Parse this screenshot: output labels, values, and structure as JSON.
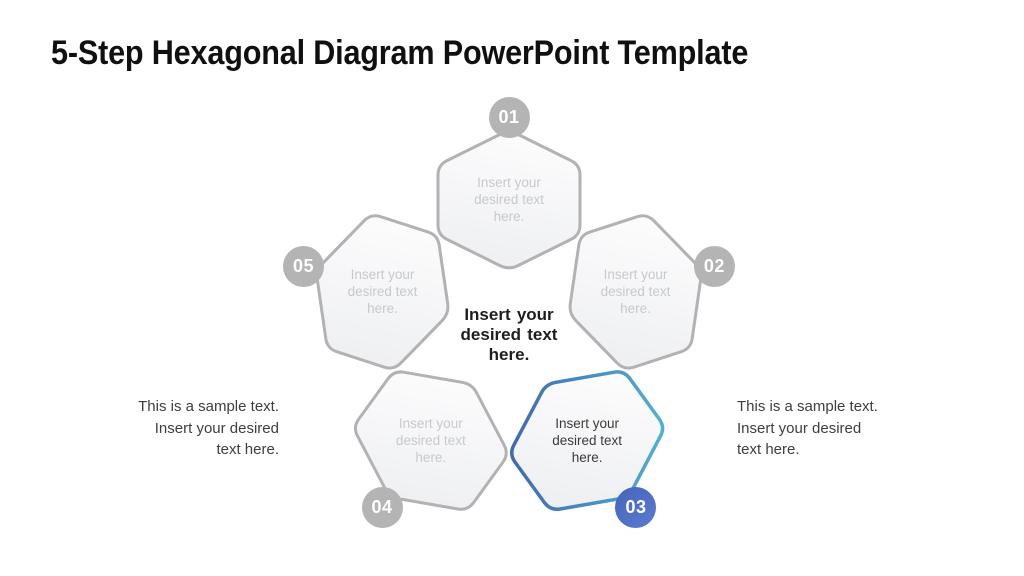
{
  "title": "5-Step Hexagonal Diagram PowerPoint Template",
  "center_text": "Insert your\ndesired text\nhere.",
  "side_notes": {
    "left": "This is a sample text.\nInsert your desired\ntext here.",
    "right": "This is a sample text.\nInsert your desired\ntext here."
  },
  "steps": [
    {
      "number": "01",
      "text": "Insert your\ndesired text\nhere.",
      "highlighted": false
    },
    {
      "number": "02",
      "text": "Insert your\ndesired text\nhere.",
      "highlighted": false
    },
    {
      "number": "03",
      "text": "Insert your\ndesired text\nhere.",
      "highlighted": true
    },
    {
      "number": "04",
      "text": "Insert your\ndesired text\nhere.",
      "highlighted": false
    },
    {
      "number": "05",
      "text": "Insert your\ndesired text\nhere.",
      "highlighted": false
    }
  ],
  "colors": {
    "hex_stroke_gray": "#b2b2b4",
    "hex_fill_light": "#fcfcfd",
    "hex_fill_dark": "#eeeff1",
    "accent_blue_dark": "#3f68b2",
    "accent_blue_light": "#52b2d4",
    "badge_gray": "#b4b4b4",
    "badge_blue_start": "#4565ba",
    "badge_blue_end": "#5b7bd0",
    "hex_text_gray": "#c8c9ca",
    "hex_text_dark": "#3a3a3a",
    "title_color": "#101010"
  }
}
